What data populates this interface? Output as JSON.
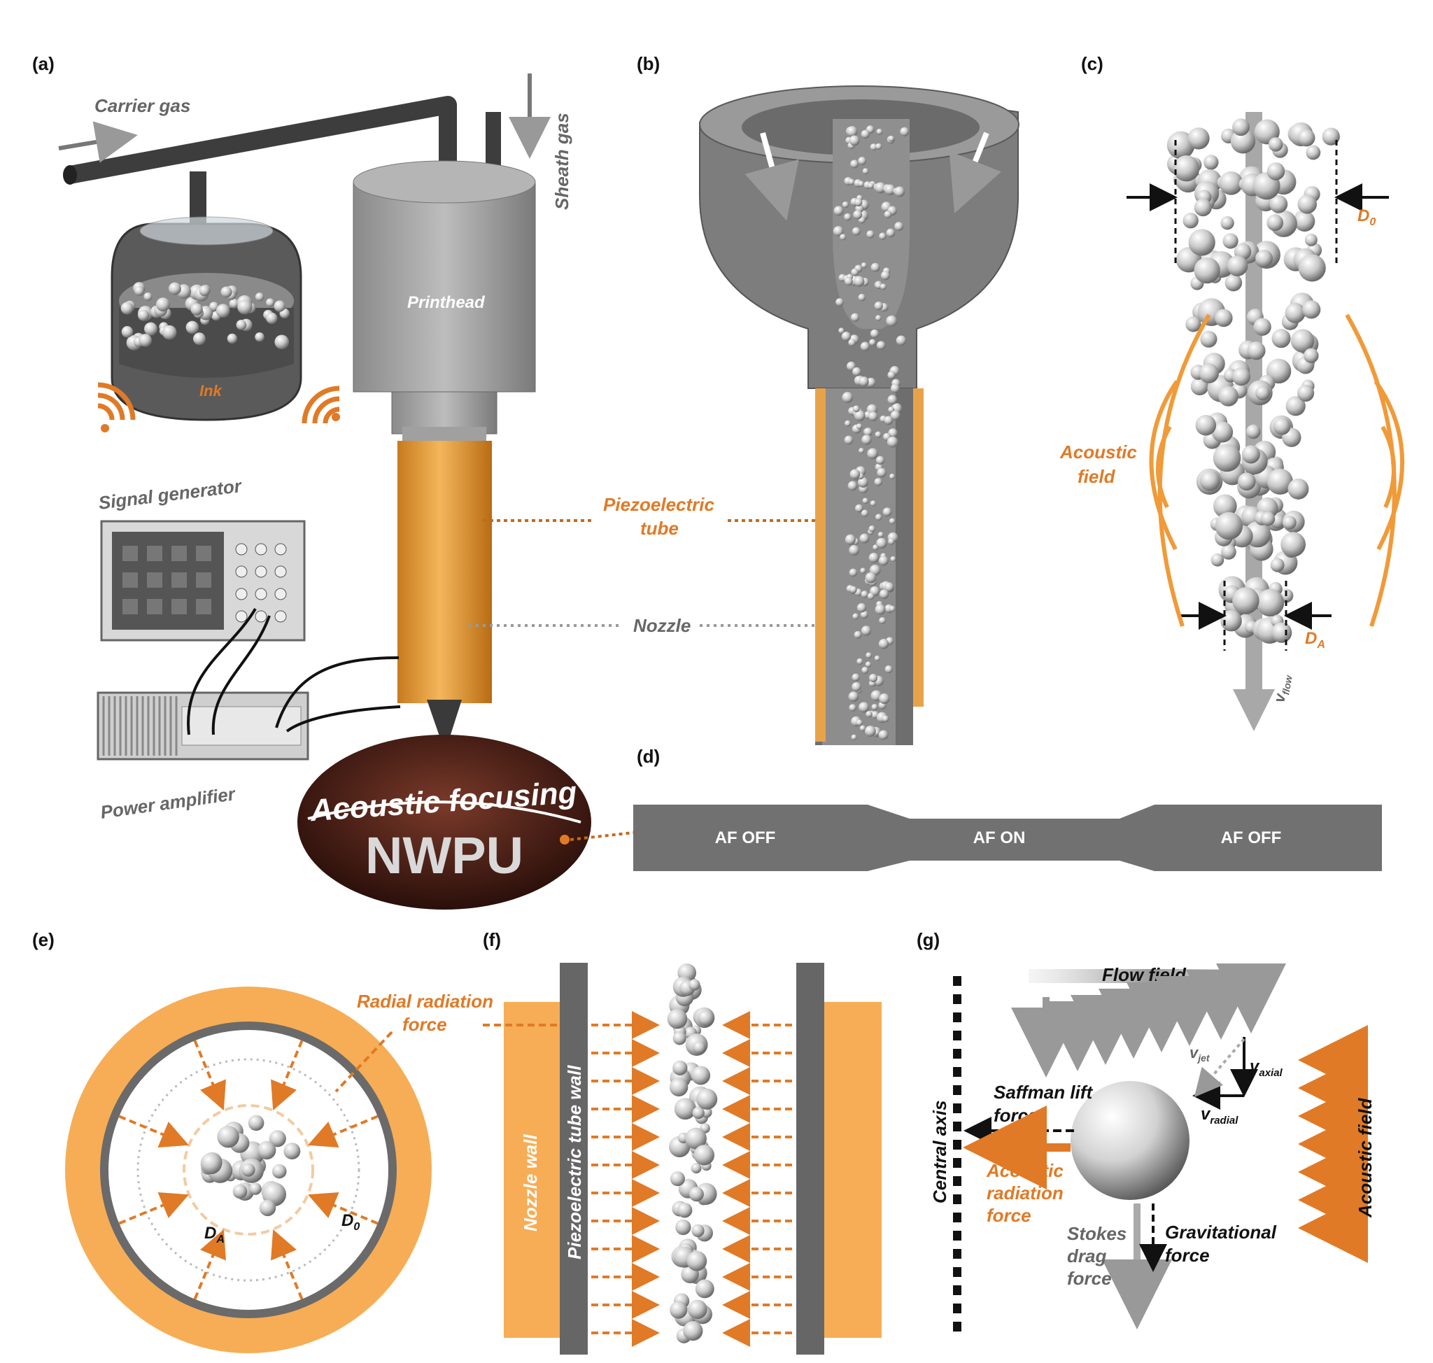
{
  "panels": {
    "a": "(a)",
    "b": "(b)",
    "c": "(c)",
    "d": "(d)",
    "e": "(e)",
    "f": "(f)",
    "g": "(g)"
  },
  "panel_a": {
    "carrier_gas": "Carrier gas",
    "sheath_gas": "Sheath gas",
    "printhead": "Printhead",
    "ink": "Ink",
    "signal_generator": "Signal generator",
    "power_amplifier": "Power amplifier",
    "piezo_line1": "Piezoelectric",
    "piezo_line2": "tube",
    "nozzle": "Nozzle",
    "dome_text1": "Acoustic focusing",
    "dome_text2": "NWPU"
  },
  "panel_c": {
    "d0": "D",
    "d0_sub": "0",
    "da": "D",
    "da_sub": "A",
    "acoustic_line1": "Acoustic",
    "acoustic_line2": "field",
    "vflow": "v",
    "vflow_sub": "flow"
  },
  "panel_d": {
    "left": "AF OFF",
    "middle": "AF ON",
    "right": "AF OFF"
  },
  "panel_e": {
    "radial_line1": "Radial radiation",
    "radial_line2": "force",
    "da": "D",
    "da_sub": "A",
    "d0": "D",
    "d0_sub": "0"
  },
  "panel_f": {
    "nozzle_wall": "Nozzle wall",
    "piezo_wall": "Piezoelectric tube wall"
  },
  "panel_g": {
    "flow_field": "Flow field",
    "central_axis": "Central axis",
    "acoustic_field": "Acoustic field",
    "saffman_line1": "Saffman lift",
    "saffman_line2": "force",
    "acoustic_line1": "Acoustic",
    "acoustic_line2": "radiation",
    "acoustic_line3": "force",
    "stokes_line1": "Stokes",
    "stokes_line2": "drag",
    "stokes_line3": "force",
    "grav_line1": "Gravitational",
    "grav_line2": "force",
    "vjet": "v",
    "vjet_sub": "jet",
    "vaxial": "v",
    "vaxial_sub": "axial",
    "vradial": "v",
    "vradial_sub": "radial"
  },
  "colors": {
    "orange": "#e07a26",
    "light_orange": "#f7ad55",
    "gray": "#6e6e6e",
    "dark": "#3a3a3a"
  }
}
